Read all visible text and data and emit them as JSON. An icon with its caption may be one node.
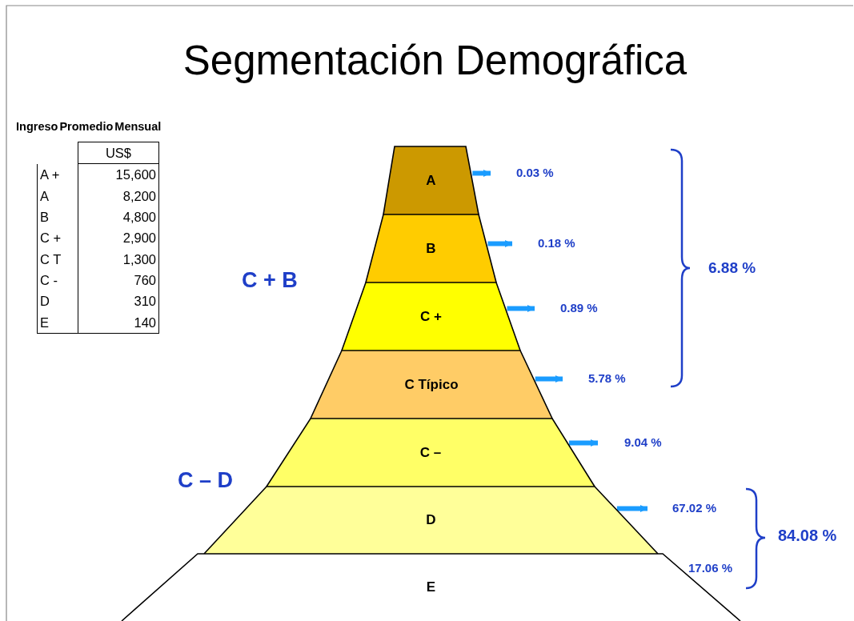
{
  "diagram": {
    "title": "Segmentación Demográfica",
    "nodes": [
      {
        "text": [
          "A"
        ]
      },
      {
        "text": [
          "0.03 %"
        ]
      },
      {
        "text": [
          "B"
        ]
      },
      {
        "text": [
          "0.18 %"
        ]
      },
      {
        "text": [
          "C +"
        ]
      },
      {
        "text": [
          "0.89 %"
        ]
      },
      {
        "text": [
          "C Típico"
        ]
      },
      {
        "text": [
          "5.78 %"
        ]
      },
      {
        "text": [
          "C –"
        ]
      },
      {
        "text": [
          "9.04 %"
        ]
      },
      {
        "text": [
          "D"
        ]
      },
      {
        "text": [
          "67.02 %"
        ]
      },
      {
        "text": [
          "E"
        ]
      },
      {
        "text": [
          "17.06 %"
        ]
      }
    ],
    "edges": [
      {
        "from": 0,
        "to": 1,
        "arrow": "to"
      },
      {
        "from": 2,
        "to": 3,
        "arrow": "to"
      },
      {
        "from": 4,
        "to": 5,
        "arrow": "to"
      },
      {
        "from": 6,
        "to": 7,
        "arrow": "to"
      },
      {
        "from": 8,
        "to": 9,
        "arrow": "to"
      },
      {
        "from": 10,
        "to": 11,
        "arrow": "to"
      }
    ],
    "labels": [
      "Ingreso Promedio Mensual",
      "US$",
      "A +",
      "15,600",
      "A",
      "8,200",
      "B",
      "4,800",
      "C +",
      "2,900",
      "C T",
      "1,300",
      "C -",
      "760",
      "D",
      "310",
      "E",
      "140",
      "C + B",
      "6.88 %",
      "C – D",
      "84.08 %"
    ]
  }
}
